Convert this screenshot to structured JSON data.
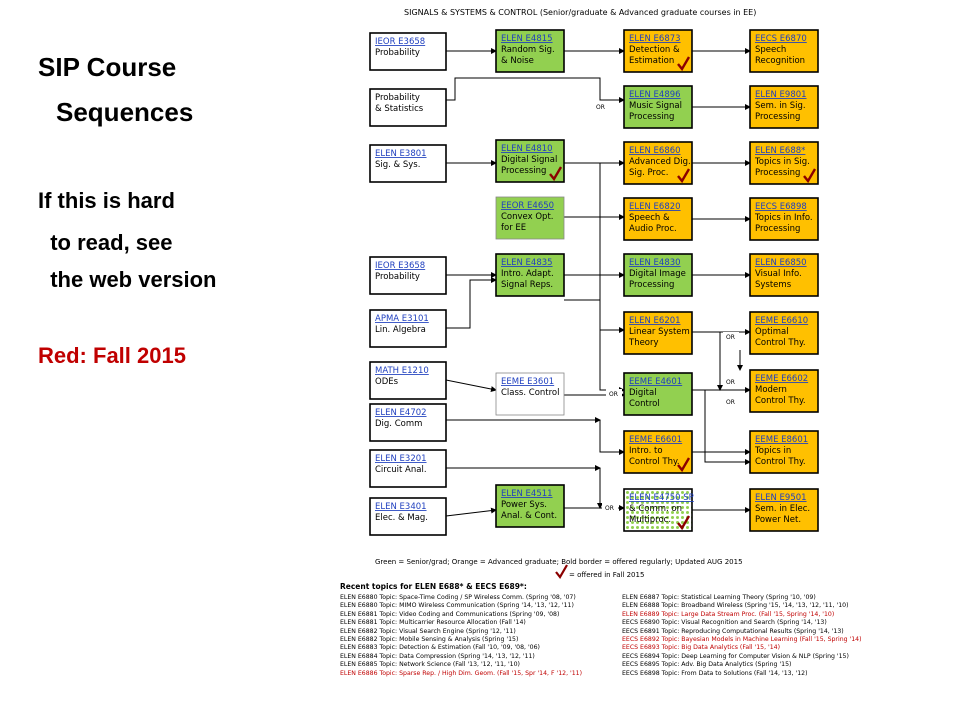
{
  "left": {
    "title_1": "SIP Course",
    "title_2": "Sequences",
    "note_1": "If this is hard",
    "note_2": "  to read, see",
    "note_3": "  the web version",
    "red_note": "Red: Fall 2015"
  },
  "diagram": {
    "header": "SIGNALS & SYSTEMS & CONTROL      (Senior/graduate & Advanced graduate courses in EE)",
    "colors": {
      "green": "#92d050",
      "orange": "#ffc000",
      "white": "#ffffff",
      "check": "#8b0000"
    },
    "or_label": "OR",
    "col0": [
      {
        "code": "IEOR E3658",
        "name": "Probability"
      },
      {
        "code": "",
        "name": "Probability",
        "name2": "& Statistics"
      },
      {
        "code": "ELEN E3801",
        "name": "Sig. & Sys."
      },
      {
        "code": "IEOR E3658",
        "name": "Probability"
      },
      {
        "code": "APMA E3101",
        "name": "Lin. Algebra"
      },
      {
        "code": "MATH E1210",
        "name": "ODEs"
      },
      {
        "code": "ELEN E4702",
        "name": "Dig. Comm"
      },
      {
        "code": "ELEN E3201",
        "name": "Circuit Anal."
      },
      {
        "code": "ELEN E3401",
        "name": "Elec. & Mag."
      }
    ],
    "col1": [
      {
        "code": "ELEN E4815",
        "name": "Random Sig.",
        "name2": "& Noise"
      },
      {
        "code": "ELEN E4810",
        "name": "Digital Signal",
        "name2": "Processing"
      },
      {
        "code": "EEOR E4650",
        "name": "Convex Opt.",
        "name2": "for EE"
      },
      {
        "code": "ELEN E4835",
        "name": "Intro. Adapt.",
        "name2": "Signal Reps."
      },
      {
        "code": "EEME E3601",
        "name": "Class. Control"
      },
      {
        "code": "ELEN E4511",
        "name": "Power Sys.",
        "name2": "Anal. & Cont."
      }
    ],
    "col2": [
      {
        "code": "ELEN E6873",
        "name": "Detection &",
        "name2": "Estimation"
      },
      {
        "code": "ELEN E4896",
        "name": "Music Signal",
        "name2": "Processing"
      },
      {
        "code": "ELEN E6860",
        "name": "Advanced Dig.",
        "name2": "Sig. Proc."
      },
      {
        "code": "ELEN E6820",
        "name": "Speech &",
        "name2": "Audio Proc."
      },
      {
        "code": "ELEN E4830",
        "name": "Digital Image",
        "name2": "Processing"
      },
      {
        "code": "ELEN E6201",
        "name": "Linear System",
        "name2": "Theory"
      },
      {
        "code": "EEME E4601",
        "name": "Digital",
        "name2": "Control"
      },
      {
        "code": "EEME E6601",
        "name": "Intro. to",
        "name2": "Control Thy."
      },
      {
        "code": "ELEN E4750 SP",
        "name": "& Comm. on",
        "name2": "Multiproc."
      }
    ],
    "col3": [
      {
        "code": "EECS E6870",
        "name": "Speech",
        "name2": "Recognition"
      },
      {
        "code": "ELEN E9801",
        "name": "Sem. in Sig.",
        "name2": "Processing"
      },
      {
        "code": "ELEN E688*",
        "name": "Topics in Sig.",
        "name2": "Processing"
      },
      {
        "code": "EECS E6898",
        "name": "Topics in Info.",
        "name2": "Processing"
      },
      {
        "code": "ELEN E6850",
        "name": "Visual Info.",
        "name2": "Systems"
      },
      {
        "code": "EEME E6610",
        "name": "Optimal",
        "name2": "Control Thy."
      },
      {
        "code": "EEME E6602",
        "name": "Modern",
        "name2": "Control Thy."
      },
      {
        "code": "EEME E8601",
        "name": "Topics in",
        "name2": "Control Thy."
      },
      {
        "code": "ELEN E9501",
        "name": "Sem. in Elec.",
        "name2": "Power Net."
      }
    ],
    "legend_1": "Green = Senior/grad; Orange = Advanced graduate; Bold border = offered regularly; Updated AUG 2015",
    "legend_2": "= offered in Fall 2015"
  },
  "topics": {
    "header": "Recent topics for ELEN E688* & EECS E689*:",
    "left": [
      "ELEN E6880 Topic: Space-Time Coding / SP Wireless Comm. (Spring '08, '07)",
      "ELEN E6880 Topic: MIMO Wireless Communication (Spring '14, '13, '12, '11)",
      "ELEN E6881 Topic: Video Coding and Communications (Spring '09, '08)",
      "ELEN E6881 Topic: Multicarrier Resource Allocation (Fall '14)",
      "ELEN E6882 Topic: Visual Search Engine (Spring '12, '11)",
      "ELEN E6882 Topic: Mobile Sensing & Analysis (Spring '15)",
      "ELEN E6883 Topic: Detection & Estimation (Fall '10, '09, '08, '06)",
      "ELEN E6884 Topic: Data Compression (Spring '14, '13, '12, '11)",
      "ELEN E6885 Topic: Network Science (Fall '13, '12, '11, '10)",
      "ELEN E6886 Topic: Sparse Rep. / High Dim. Geom. (Fall '15, Spr '14, F '12, '11)"
    ],
    "right": [
      "ELEN E6887 Topic: Statistical Learning Theory (Spring '10, '09)",
      "ELEN E6888 Topic: Broadband Wireless (Spring '15, '14, '13, '12, '11, '10)",
      "ELEN E6889 Topic: Large Data Stream Proc. (Fall '15, Spring '14, '10)",
      "EECS E6890 Topic: Visual Recognition and Search (Spring '14, '13)",
      "EECS E6891 Topic: Reproducing Computational Results (Spring '14, '13)",
      "EECS E6892 Topic: Bayesian Models in Machine Learning (Fall '15, Spring '14)",
      "EECS E6893 Topic: Big Data Analytics (Fall '15, '14)",
      "EECS E6894 Topic: Deep Learning for Computer Vision & NLP (Spring '15)",
      "EECS E6895 Topic: Adv. Big Data Analytics (Spring '15)",
      "EECS E6898 Topic: From Data to Solutions (Fall '14, '13, '12)"
    ]
  }
}
